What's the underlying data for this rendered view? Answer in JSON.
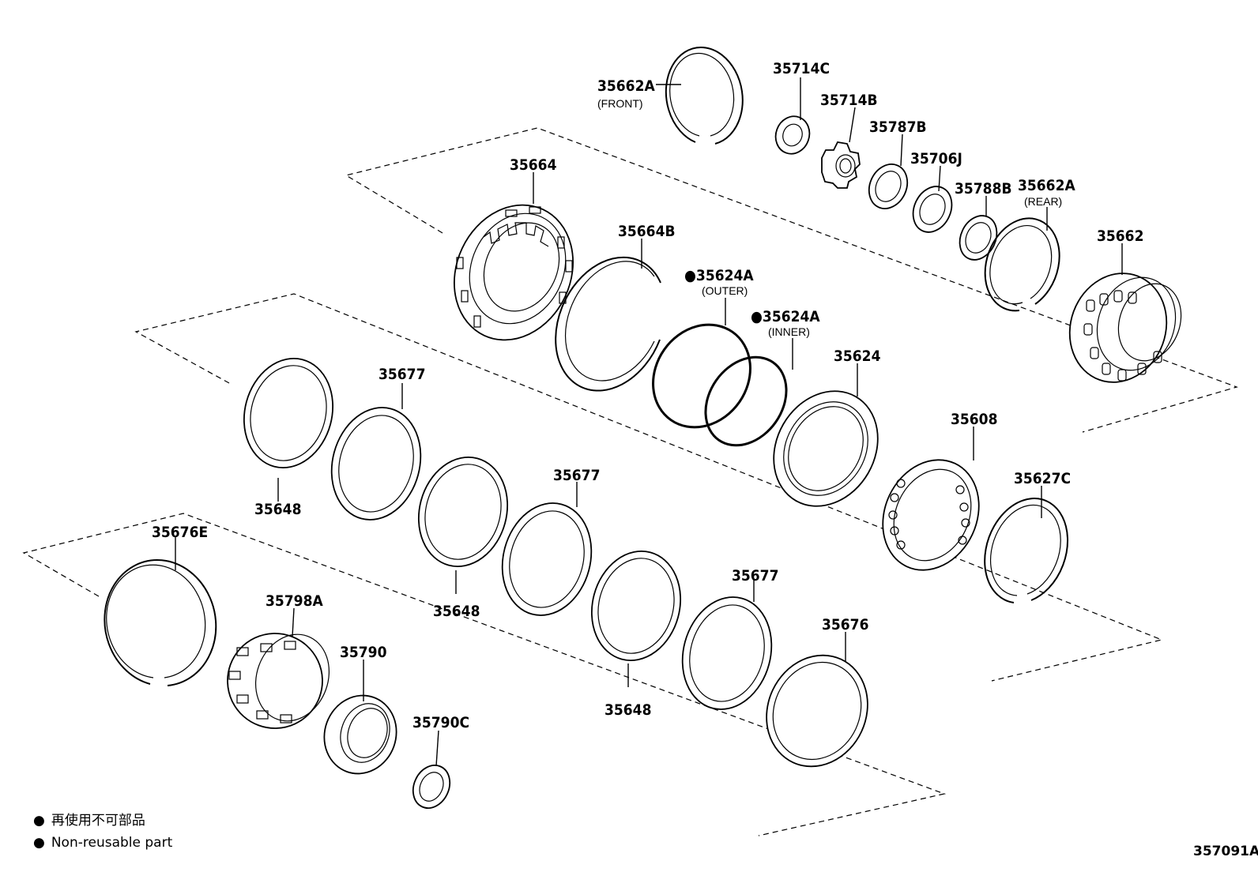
{
  "labels": {
    "p35662A_front": "35662A",
    "p35662A_front_note": "(FRONT)",
    "p35714C": "35714C",
    "p35714B": "35714B",
    "p35787B": "35787B",
    "p35706J": "35706J",
    "p35788B": "35788B",
    "p35662A_rear": "35662A",
    "p35662A_rear_note": "(REAR)",
    "p35662": "35662",
    "p35664": "35664",
    "p35664B": "35664B",
    "p35624A_outer": "35624A",
    "p35624A_outer_note": "(OUTER)",
    "p35624A_inner": "35624A",
    "p35624A_inner_note": "(INNER)",
    "p35624": "35624",
    "p35608": "35608",
    "p35627C": "35627C",
    "p35648_a": "35648",
    "p35677_a": "35677",
    "p35648_b": "35648",
    "p35677_b": "35677",
    "p35648_c": "35648",
    "p35677_c": "35677",
    "p35676": "35676",
    "p35676E": "35676E",
    "p35798A": "35798A",
    "p35790": "35790",
    "p35790C": "35790C"
  },
  "legend": {
    "symbol": "●",
    "line_ja": "再使用不可部品",
    "line_en": "Non-reusable part"
  },
  "catalog_number": "357091A"
}
